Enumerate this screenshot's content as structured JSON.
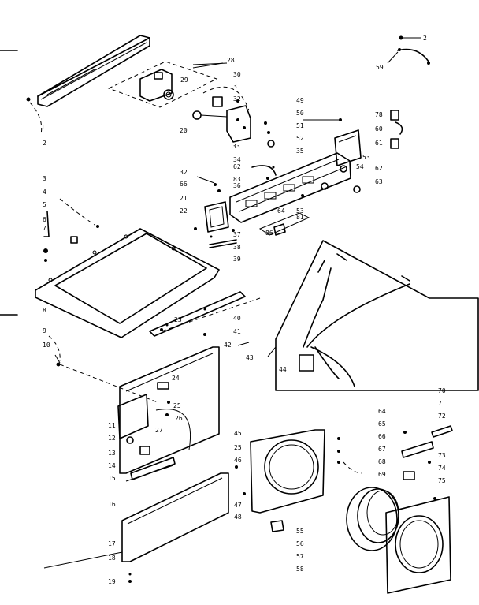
{
  "callouts": [
    {
      "text": "1"
    },
    {
      "text": "2"
    },
    {
      "text": "2"
    },
    {
      "text": "59"
    },
    {
      "text": "28"
    },
    {
      "text": "29"
    },
    {
      "text": "30"
    },
    {
      "text": "31"
    },
    {
      "text": "32"
    },
    {
      "text": "20"
    },
    {
      "text": "33"
    },
    {
      "text": "49"
    },
    {
      "text": "50"
    },
    {
      "text": "51"
    },
    {
      "text": "52"
    },
    {
      "text": "35"
    },
    {
      "text": "78"
    },
    {
      "text": "60"
    },
    {
      "text": "61"
    },
    {
      "text": "34"
    },
    {
      "text": "62"
    },
    {
      "text": "53"
    },
    {
      "text": "54"
    },
    {
      "text": "62"
    },
    {
      "text": "63"
    },
    {
      "text": "32"
    },
    {
      "text": "66"
    },
    {
      "text": "83"
    },
    {
      "text": "36"
    },
    {
      "text": "21"
    },
    {
      "text": "22"
    },
    {
      "text": "37"
    },
    {
      "text": "64"
    },
    {
      "text": "53"
    },
    {
      "text": "81"
    },
    {
      "text": "86"
    },
    {
      "text": "38"
    },
    {
      "text": "39"
    },
    {
      "text": "3"
    },
    {
      "text": "4"
    },
    {
      "text": "5"
    },
    {
      "text": "6"
    },
    {
      "text": "7"
    },
    {
      "text": "8"
    },
    {
      "text": "23"
    },
    {
      "text": "40"
    },
    {
      "text": "41"
    },
    {
      "text": "42"
    },
    {
      "text": "9"
    },
    {
      "text": "10"
    },
    {
      "text": "43"
    },
    {
      "text": "44"
    },
    {
      "text": "24"
    },
    {
      "text": "25"
    },
    {
      "text": "26"
    },
    {
      "text": "27"
    },
    {
      "text": "11"
    },
    {
      "text": "12"
    },
    {
      "text": "13"
    },
    {
      "text": "14"
    },
    {
      "text": "15"
    },
    {
      "text": "16"
    },
    {
      "text": "17"
    },
    {
      "text": "18"
    },
    {
      "text": "19"
    },
    {
      "text": "45"
    },
    {
      "text": "25"
    },
    {
      "text": "46"
    },
    {
      "text": "47"
    },
    {
      "text": "48"
    },
    {
      "text": "55"
    },
    {
      "text": "56"
    },
    {
      "text": "57"
    },
    {
      "text": "58"
    },
    {
      "text": "64"
    },
    {
      "text": "65"
    },
    {
      "text": "66"
    },
    {
      "text": "67"
    },
    {
      "text": "68"
    },
    {
      "text": "69"
    },
    {
      "text": "70"
    },
    {
      "text": "71"
    },
    {
      "text": "72"
    },
    {
      "text": "73"
    },
    {
      "text": "74"
    },
    {
      "text": "75"
    }
  ]
}
